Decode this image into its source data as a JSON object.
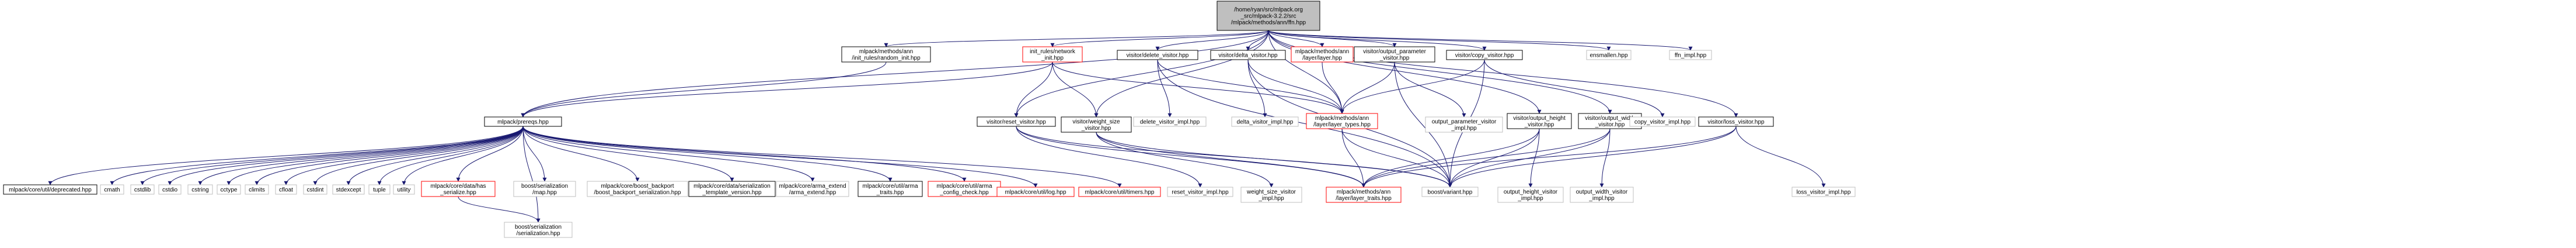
{
  "colors": {
    "edge": "#191970",
    "root_fill": "#bfbfbf",
    "border_plain": "#bfbfbf",
    "border_doc": "#000000",
    "border_missing": "#ff0000"
  },
  "nodes": [
    {
      "id": "root",
      "lines": [
        "/home/ryan/src/mlpack.org",
        "_src/mlpack-3.2.2/src",
        "/mlpack/methods/ann/ffn.hpp"
      ],
      "kind": "root"
    },
    {
      "id": "random_init",
      "lines": [
        "mlpack/methods/ann",
        "/init_rules/random_init.hpp"
      ],
      "kind": "doc"
    },
    {
      "id": "init_network",
      "lines": [
        "init_rules/network",
        "_init.hpp"
      ],
      "kind": "missing"
    },
    {
      "id": "delete_visitor",
      "lines": [
        "visitor/delete_visitor.hpp"
      ],
      "kind": "doc"
    },
    {
      "id": "delta_visitor",
      "lines": [
        "visitor/delta_visitor.hpp"
      ],
      "kind": "doc"
    },
    {
      "id": "layer_hpp",
      "lines": [
        "mlpack/methods/ann",
        "/layer/layer.hpp"
      ],
      "kind": "missing"
    },
    {
      "id": "output_parameter_visitor",
      "lines": [
        "visitor/output_parameter",
        "_visitor.hpp"
      ],
      "kind": "doc"
    },
    {
      "id": "copy_visitor",
      "lines": [
        "visitor/copy_visitor.hpp"
      ],
      "kind": "doc"
    },
    {
      "id": "ensmallen",
      "lines": [
        "ensmallen.hpp"
      ],
      "kind": "plain"
    },
    {
      "id": "ffn_impl",
      "lines": [
        "ffn_impl.hpp"
      ],
      "kind": "plain"
    },
    {
      "id": "prereqs",
      "lines": [
        "mlpack/prereqs.hpp"
      ],
      "kind": "doc"
    },
    {
      "id": "reset_visitor",
      "lines": [
        "visitor/reset_visitor.hpp"
      ],
      "kind": "doc"
    },
    {
      "id": "weight_size_visitor",
      "lines": [
        "visitor/weight_size",
        "_visitor.hpp"
      ],
      "kind": "doc"
    },
    {
      "id": "delete_visitor_impl",
      "lines": [
        "delete_visitor_impl.hpp"
      ],
      "kind": "plain"
    },
    {
      "id": "delta_visitor_impl",
      "lines": [
        "delta_visitor_impl.hpp"
      ],
      "kind": "plain"
    },
    {
      "id": "layer_types",
      "lines": [
        "mlpack/methods/ann",
        "/layer/layer_types.hpp"
      ],
      "kind": "missing"
    },
    {
      "id": "output_parameter_visitor_impl",
      "lines": [
        "output_parameter_visitor",
        "_impl.hpp"
      ],
      "kind": "plain"
    },
    {
      "id": "output_height_visitor",
      "lines": [
        "visitor/output_height",
        "_visitor.hpp"
      ],
      "kind": "doc"
    },
    {
      "id": "output_width_visitor",
      "lines": [
        "visitor/output_width",
        "_visitor.hpp"
      ],
      "kind": "doc"
    },
    {
      "id": "copy_visitor_impl",
      "lines": [
        "copy_visitor_impl.hpp"
      ],
      "kind": "plain"
    },
    {
      "id": "loss_visitor",
      "lines": [
        "visitor/loss_visitor.hpp"
      ],
      "kind": "doc"
    },
    {
      "id": "deprecated",
      "lines": [
        "mlpack/core/util/deprecated.hpp"
      ],
      "kind": "doc"
    },
    {
      "id": "cmath",
      "lines": [
        "cmath"
      ],
      "kind": "plain"
    },
    {
      "id": "cstdlib",
      "lines": [
        "cstdlib"
      ],
      "kind": "plain"
    },
    {
      "id": "cstdio",
      "lines": [
        "cstdio"
      ],
      "kind": "plain"
    },
    {
      "id": "cstring",
      "lines": [
        "cstring"
      ],
      "kind": "plain"
    },
    {
      "id": "cctype",
      "lines": [
        "cctype"
      ],
      "kind": "plain"
    },
    {
      "id": "climits",
      "lines": [
        "climits"
      ],
      "kind": "plain"
    },
    {
      "id": "cfloat",
      "lines": [
        "cfloat"
      ],
      "kind": "plain"
    },
    {
      "id": "cstdint",
      "lines": [
        "cstdint"
      ],
      "kind": "plain"
    },
    {
      "id": "stdexcept",
      "lines": [
        "stdexcept"
      ],
      "kind": "plain"
    },
    {
      "id": "tuple",
      "lines": [
        "tuple"
      ],
      "kind": "plain"
    },
    {
      "id": "utility",
      "lines": [
        "utility"
      ],
      "kind": "plain"
    },
    {
      "id": "has_serialize",
      "lines": [
        "mlpack/core/data/has",
        "_serialize.hpp"
      ],
      "kind": "missing"
    },
    {
      "id": "boost_map",
      "lines": [
        "boost/serialization",
        "/map.hpp"
      ],
      "kind": "plain"
    },
    {
      "id": "boost_backport",
      "lines": [
        "mlpack/core/boost_backport",
        "/boost_backport_serialization.hpp"
      ],
      "kind": "plain"
    },
    {
      "id": "template_version",
      "lines": [
        "mlpack/core/data/serialization",
        "_template_version.hpp"
      ],
      "kind": "doc"
    },
    {
      "id": "arma_extend",
      "lines": [
        "mlpack/core/arma_extend",
        "/arma_extend.hpp"
      ],
      "kind": "plain"
    },
    {
      "id": "arma_traits",
      "lines": [
        "mlpack/core/util/arma",
        "_traits.hpp"
      ],
      "kind": "doc"
    },
    {
      "id": "arma_config_check",
      "lines": [
        "mlpack/core/util/arma",
        "_config_check.hpp"
      ],
      "kind": "missing"
    },
    {
      "id": "log_hpp",
      "lines": [
        "mlpack/core/util/log.hpp"
      ],
      "kind": "missing"
    },
    {
      "id": "timers_hpp",
      "lines": [
        "mlpack/core/util/timers.hpp"
      ],
      "kind": "missing"
    },
    {
      "id": "reset_visitor_impl",
      "lines": [
        "reset_visitor_impl.hpp"
      ],
      "kind": "plain"
    },
    {
      "id": "weight_size_visitor_impl",
      "lines": [
        "weight_size_visitor",
        "_impl.hpp"
      ],
      "kind": "plain"
    },
    {
      "id": "layer_traits",
      "lines": [
        "mlpack/methods/ann",
        "/layer/layer_traits.hpp"
      ],
      "kind": "missing"
    },
    {
      "id": "boost_variant",
      "lines": [
        "boost/variant.hpp"
      ],
      "kind": "plain"
    },
    {
      "id": "output_height_visitor_impl",
      "lines": [
        "output_height_visitor",
        "_impl.hpp"
      ],
      "kind": "plain"
    },
    {
      "id": "output_width_visitor_impl",
      "lines": [
        "output_width_visitor",
        "_impl.hpp"
      ],
      "kind": "plain"
    },
    {
      "id": "loss_visitor_impl",
      "lines": [
        "loss_visitor_impl.hpp"
      ],
      "kind": "plain"
    },
    {
      "id": "boost_serialization",
      "lines": [
        "boost/serialization",
        "/serialization.hpp"
      ],
      "kind": "plain"
    }
  ],
  "edges": [
    [
      "root",
      "random_init"
    ],
    [
      "root",
      "init_network"
    ],
    [
      "root",
      "delete_visitor"
    ],
    [
      "root",
      "delta_visitor"
    ],
    [
      "root",
      "layer_hpp"
    ],
    [
      "root",
      "output_parameter_visitor"
    ],
    [
      "root",
      "copy_visitor"
    ],
    [
      "root",
      "ensmallen"
    ],
    [
      "root",
      "ffn_impl"
    ],
    [
      "root",
      "reset_visitor"
    ],
    [
      "root",
      "weight_size_visitor"
    ],
    [
      "root",
      "output_height_visitor"
    ],
    [
      "root",
      "output_width_visitor"
    ],
    [
      "root",
      "loss_visitor"
    ],
    [
      "root",
      "layer_types"
    ],
    [
      "root",
      "prereqs"
    ],
    [
      "random_init",
      "prereqs"
    ],
    [
      "init_network",
      "prereqs"
    ],
    [
      "init_network",
      "reset_visitor"
    ],
    [
      "init_network",
      "weight_size_visitor"
    ],
    [
      "init_network",
      "layer_types"
    ],
    [
      "delete_visitor",
      "delete_visitor_impl"
    ],
    [
      "delete_visitor",
      "layer_types"
    ],
    [
      "delete_visitor",
      "boost_variant"
    ],
    [
      "delta_visitor",
      "delta_visitor_impl"
    ],
    [
      "delta_visitor",
      "layer_types"
    ],
    [
      "delta_visitor",
      "boost_variant"
    ],
    [
      "layer_hpp",
      "layer_types"
    ],
    [
      "output_parameter_visitor",
      "output_parameter_visitor_impl"
    ],
    [
      "output_parameter_visitor",
      "layer_types"
    ],
    [
      "output_parameter_visitor",
      "boost_variant"
    ],
    [
      "copy_visitor",
      "copy_visitor_impl"
    ],
    [
      "copy_visitor",
      "layer_types"
    ],
    [
      "copy_visitor",
      "boost_variant"
    ],
    [
      "prereqs",
      "deprecated"
    ],
    [
      "prereqs",
      "cmath"
    ],
    [
      "prereqs",
      "cstdlib"
    ],
    [
      "prereqs",
      "cstdio"
    ],
    [
      "prereqs",
      "cstring"
    ],
    [
      "prereqs",
      "cctype"
    ],
    [
      "prereqs",
      "climits"
    ],
    [
      "prereqs",
      "cfloat"
    ],
    [
      "prereqs",
      "cstdint"
    ],
    [
      "prereqs",
      "stdexcept"
    ],
    [
      "prereqs",
      "tuple"
    ],
    [
      "prereqs",
      "utility"
    ],
    [
      "prereqs",
      "has_serialize"
    ],
    [
      "prereqs",
      "boost_map"
    ],
    [
      "prereqs",
      "boost_backport"
    ],
    [
      "prereqs",
      "template_version"
    ],
    [
      "prereqs",
      "arma_extend"
    ],
    [
      "prereqs",
      "arma_traits"
    ],
    [
      "prereqs",
      "arma_config_check"
    ],
    [
      "prereqs",
      "log_hpp"
    ],
    [
      "prereqs",
      "timers_hpp"
    ],
    [
      "prereqs",
      "boost_serialization"
    ],
    [
      "has_serialize",
      "boost_serialization"
    ],
    [
      "reset_visitor",
      "reset_visitor_impl"
    ],
    [
      "reset_visitor",
      "layer_traits"
    ],
    [
      "reset_visitor",
      "boost_variant"
    ],
    [
      "weight_size_visitor",
      "weight_size_visitor_impl"
    ],
    [
      "weight_size_visitor",
      "layer_traits"
    ],
    [
      "weight_size_visitor",
      "boost_variant"
    ],
    [
      "layer_types",
      "layer_traits"
    ],
    [
      "layer_types",
      "boost_variant"
    ],
    [
      "output_height_visitor",
      "output_height_visitor_impl"
    ],
    [
      "output_height_visitor",
      "layer_traits"
    ],
    [
      "output_height_visitor",
      "boost_variant"
    ],
    [
      "output_width_visitor",
      "output_width_visitor_impl"
    ],
    [
      "output_width_visitor",
      "layer_traits"
    ],
    [
      "output_width_visitor",
      "boost_variant"
    ],
    [
      "loss_visitor",
      "loss_visitor_impl"
    ],
    [
      "loss_visitor",
      "layer_traits"
    ],
    [
      "loss_visitor",
      "boost_variant"
    ]
  ]
}
